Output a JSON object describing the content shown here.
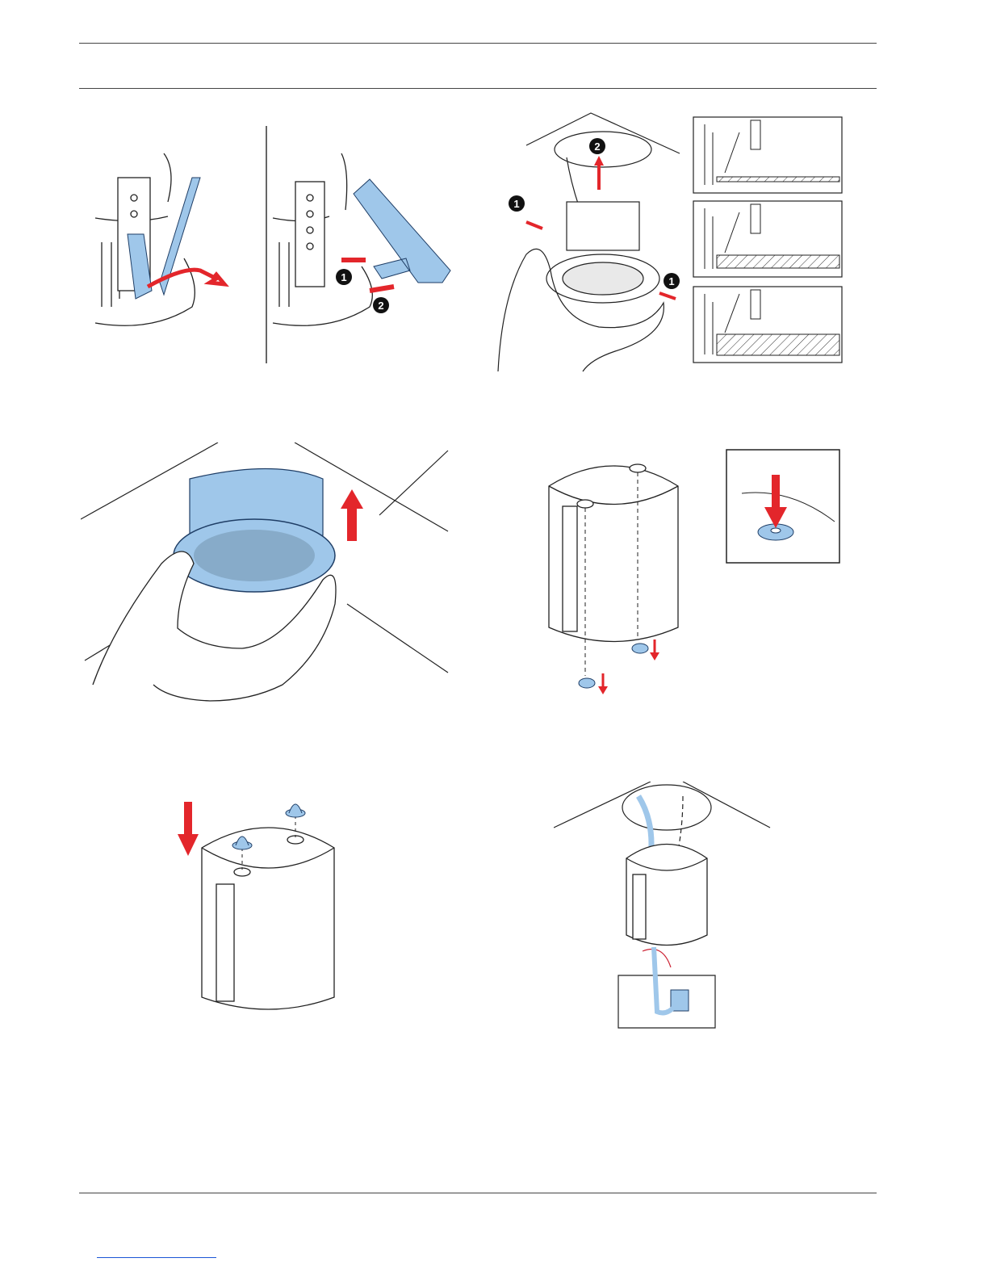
{
  "page": {
    "background": "#ffffff",
    "accent_blue": "#9fc7ea",
    "accent_red": "#e3262b",
    "link_color": "#1a55d6"
  },
  "figures": [
    {
      "id": "fig-clip-removal",
      "steps": [
        "1",
        "2"
      ]
    },
    {
      "id": "fig-speaker-insert",
      "steps": [
        "1",
        "2",
        "1"
      ]
    },
    {
      "id": "fig-ceiling-detail-thin"
    },
    {
      "id": "fig-ceiling-detail-medium"
    },
    {
      "id": "fig-ceiling-detail-thick"
    },
    {
      "id": "fig-speaker-lift"
    },
    {
      "id": "fig-can-knockouts"
    },
    {
      "id": "fig-knockout-detail"
    },
    {
      "id": "fig-can-grommets"
    },
    {
      "id": "fig-can-wiring"
    }
  ],
  "icons": [
    "arrow-icon",
    "step-number-icon",
    "hand-icon"
  ]
}
